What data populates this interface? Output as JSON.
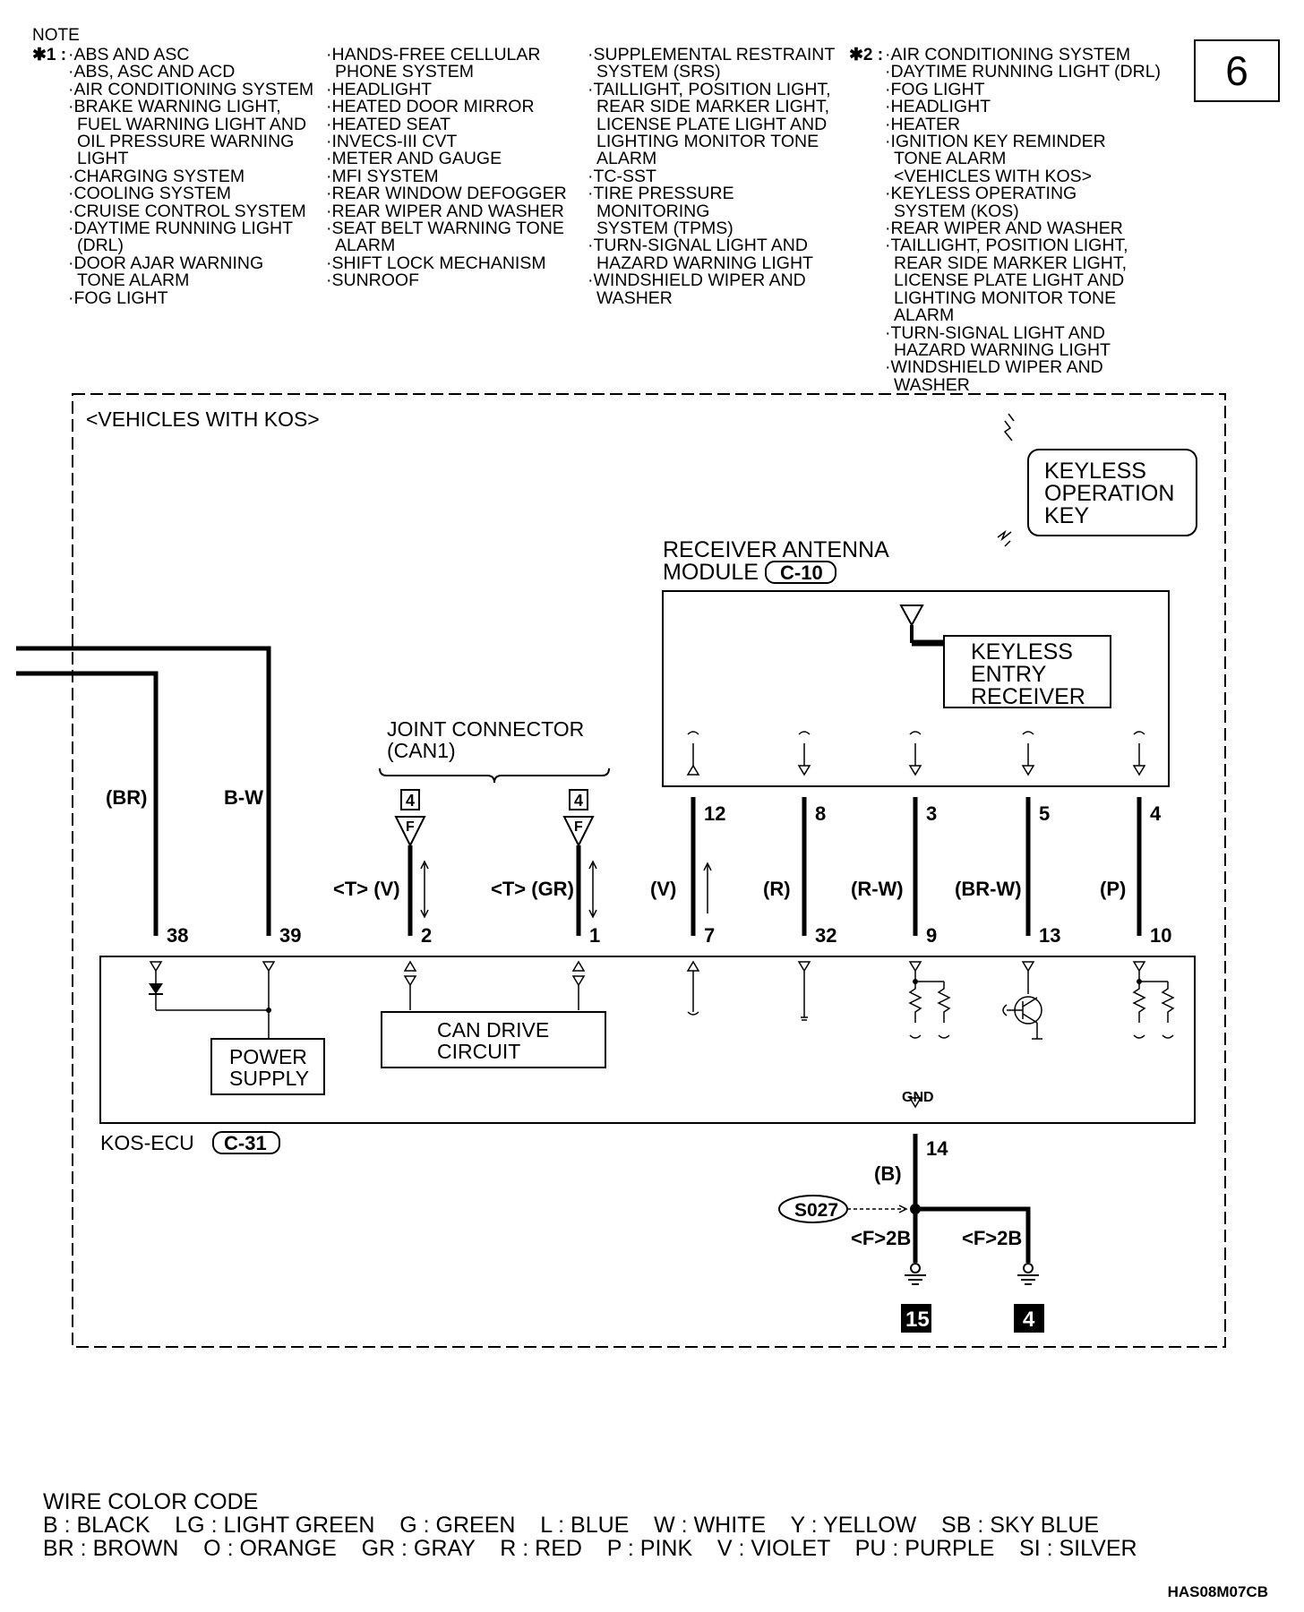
{
  "notes": {
    "heading": "NOTE",
    "mark1": "✱1 :",
    "mark2": "✱2 :",
    "col1": [
      "·ABS AND ASC",
      "·ABS, ASC AND ACD",
      "·AIR CONDITIONING SYSTEM",
      "·BRAKE WARNING LIGHT,",
      "FUEL WARNING LIGHT AND",
      "OIL PRESSURE WARNING",
      "LIGHT",
      "·CHARGING SYSTEM",
      "·COOLING SYSTEM",
      "·CRUISE CONTROL SYSTEM",
      "·DAYTIME RUNNING LIGHT",
      "(DRL)",
      "·DOOR AJAR WARNING",
      "TONE ALARM",
      "·FOG LIGHT"
    ],
    "col2": [
      "·HANDS-FREE CELLULAR",
      "PHONE SYSTEM",
      "·HEADLIGHT",
      "·HEATED DOOR MIRROR",
      "·HEATED SEAT",
      "·INVECS-III CVT",
      "·METER AND GAUGE",
      "·MFI SYSTEM",
      "·REAR WINDOW DEFOGGER",
      "·REAR WIPER AND WASHER",
      "·SEAT BELT WARNING TONE",
      "ALARM",
      "·SHIFT LOCK MECHANISM",
      "·SUNROOF"
    ],
    "col3": [
      "·SUPPLEMENTAL RESTRAINT",
      "SYSTEM (SRS)",
      "·TAILLIGHT, POSITION LIGHT,",
      "REAR SIDE MARKER LIGHT,",
      "LICENSE PLATE LIGHT AND",
      "LIGHTING MONITOR TONE",
      "ALARM",
      "·TC-SST",
      "·TIRE PRESSURE",
      "MONITORING",
      "SYSTEM (TPMS)",
      "·TURN-SIGNAL LIGHT AND",
      "HAZARD WARNING LIGHT",
      "·WINDSHIELD WIPER AND",
      "WASHER"
    ],
    "col4": [
      "·AIR CONDITIONING SYSTEM",
      "·DAYTIME RUNNING LIGHT (DRL)",
      "·FOG LIGHT",
      "·HEADLIGHT",
      "·HEATER",
      "·IGNITION KEY REMINDER",
      "TONE ALARM",
      "<VEHICLES WITH KOS>",
      "·KEYLESS OPERATING",
      "SYSTEM (KOS)",
      "·REAR WIPER AND WASHER",
      "·TAILLIGHT, POSITION LIGHT,",
      "REAR SIDE MARKER LIGHT,",
      "LICENSE PLATE LIGHT AND",
      "LIGHTING MONITOR TONE",
      "ALARM",
      "·TURN-SIGNAL LIGHT AND",
      "HAZARD WARNING LIGHT",
      "·WINDSHIELD WIPER AND",
      "WASHER"
    ]
  },
  "page_number": "6",
  "diagram": {
    "region_label": "<VEHICLES WITH KOS>",
    "keyless_key": [
      "KEYLESS",
      "OPERATION",
      "KEY"
    ],
    "antenna_module": {
      "title1": "RECEIVER ANTENNA",
      "title2": "MODULE",
      "connector": "C-10"
    },
    "keyless_receiver": [
      "KEYLESS",
      "ENTRY",
      "RECEIVER"
    ],
    "joint_connector": {
      "title1": "JOINT CONNECTOR",
      "title2": "(CAN1)",
      "box": "4",
      "pin": "F"
    },
    "ecu": {
      "name": "KOS-ECU",
      "connector": "C-31",
      "gnd": "GND"
    },
    "power_supply": [
      "POWER",
      "SUPPLY"
    ],
    "can_drive": [
      "CAN DRIVE",
      "CIRCUIT"
    ],
    "wire_labels": {
      "br": "(BR)",
      "bw": "B-W",
      "tv": "<T> (V)",
      "tgr": "<T> (GR)",
      "v": "(V)",
      "r": "(R)",
      "rw": "(R-W)",
      "brw": "(BR-W)",
      "p": "(P)",
      "b": "(B)"
    },
    "pins_top": [
      "12",
      "8",
      "3",
      "5",
      "4"
    ],
    "pins_bottom": [
      "38",
      "39",
      "2",
      "1",
      "7",
      "32",
      "9",
      "13",
      "10"
    ],
    "ground_pin": "14",
    "splice": "S027",
    "ground_conn1": "<F>2B",
    "ground_conn2": "<F>2B",
    "ground_points": [
      "15",
      "4"
    ]
  },
  "legend": {
    "title": "WIRE COLOR CODE",
    "line1": "B : BLACK    LG : LIGHT GREEN    G : GREEN    L : BLUE    W : WHITE    Y : YELLOW    SB : SKY BLUE",
    "line2": "BR : BROWN    O : ORANGE    GR : GRAY    R : RED    P : PINK    V : VIOLET    PU : PURPLE    SI : SILVER"
  },
  "figure_id": "HAS08M07CB"
}
